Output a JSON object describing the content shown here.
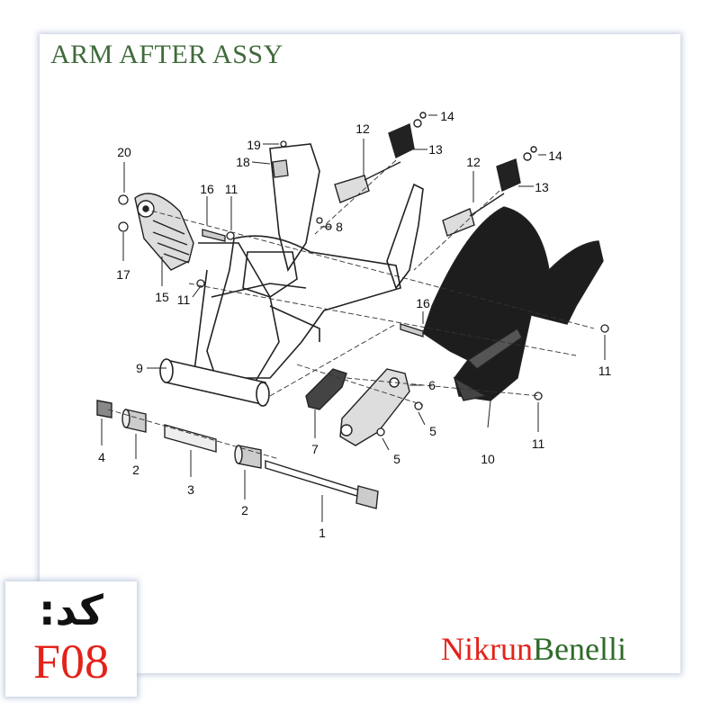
{
  "title": "ARM AFTER ASSY",
  "code": {
    "label": "کد:",
    "value": "F08"
  },
  "brand": {
    "part1": "Nikrun",
    "part2": "Benelli"
  },
  "callouts": [
    "20",
    "16",
    "11",
    "19",
    "18",
    "8",
    "12",
    "13",
    "14",
    "12",
    "14",
    "13",
    "17",
    "15",
    "11",
    "16",
    "9",
    "6",
    "5",
    "11",
    "11",
    "4",
    "2",
    "3",
    "2",
    "7",
    "5",
    "1",
    "10"
  ],
  "colors": {
    "title": "#3f6b3a",
    "code_value": "#e2231a",
    "brand_red": "#e2231a",
    "brand_green": "#2f6b2a"
  }
}
